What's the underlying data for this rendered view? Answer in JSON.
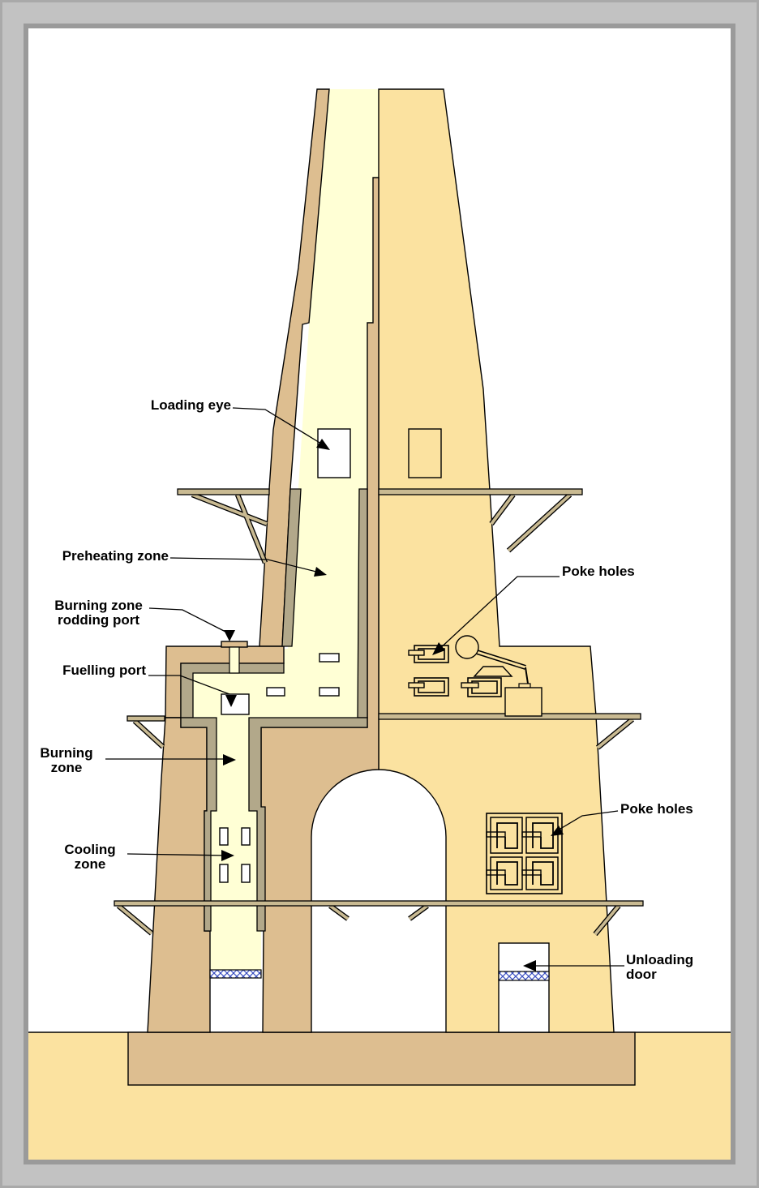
{
  "diagram_kind": "shaft-kiln-cross-section",
  "labels": {
    "loading_eye": "Loading eye",
    "preheating_zone": "Preheating zone",
    "burning_zone_rodding_port": "Burning zone\nrodding port",
    "fuelling_port": "Fuelling port",
    "burning_zone": "Burning\nzone",
    "cooling_zone": "Cooling\nzone",
    "poke_holes_upper": "Poke holes",
    "poke_holes_lower": "Poke holes",
    "unloading_door": "Unloading\ndoor"
  },
  "palette": {
    "frame_outer": "#A9A9A9",
    "frame_band": "#C2C2C2",
    "frame_inner": "#9A9A9A",
    "paper": "#FFFFFF",
    "interior_cream": "#FFFFD5",
    "exterior_yellow": "#FBE2A0",
    "wall_tan": "#DDBE90",
    "lining_gray": "#B2A88A",
    "platform_tan": "#C9BA92",
    "hatch_blue": "#3A4FC0",
    "outline": "#000000"
  }
}
